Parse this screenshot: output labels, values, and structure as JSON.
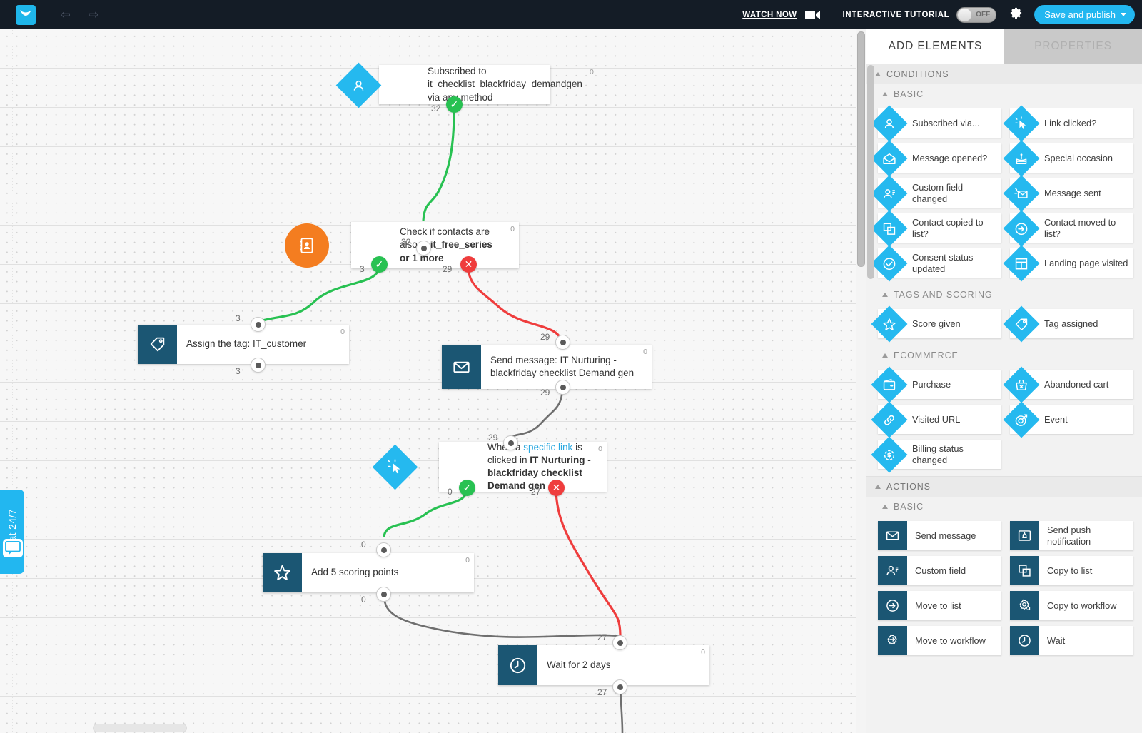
{
  "topbar": {
    "logo_icon": "getresponse-logo-icon",
    "back_icon": "undo-arrow-icon",
    "forward_icon": "redo-arrow-icon",
    "watch_now": "WATCH NOW",
    "video_icon": "video-camera-icon",
    "tutorial_label": "INTERACTIVE TUTORIAL",
    "toggle_state": "OFF",
    "settings_icon": "gear-icon",
    "save_publish": "Save and publish"
  },
  "chat": {
    "label": "Chat 24/7",
    "bubble_icon": "chat-bubble-icon"
  },
  "panel": {
    "tabs": [
      {
        "label": "ADD ELEMENTS",
        "active": true
      },
      {
        "label": "PROPERTIES",
        "active": false
      }
    ],
    "sections": [
      {
        "title": "CONDITIONS",
        "subsections": [
          {
            "title": "BASIC",
            "style": "diamond",
            "tiles": [
              {
                "label": "Subscribed via...",
                "icon": "person-icon"
              },
              {
                "label": "Link clicked?",
                "icon": "cursor-click-icon"
              },
              {
                "label": "Message opened?",
                "icon": "open-envelope-icon"
              },
              {
                "label": "Special occasion",
                "icon": "cake-icon"
              },
              {
                "label": "Custom field changed",
                "icon": "person-field-icon"
              },
              {
                "label": "Message sent",
                "icon": "envelope-sent-icon"
              },
              {
                "label": "Contact copied to list?",
                "icon": "copy-icon"
              },
              {
                "label": "Contact moved to list?",
                "icon": "arrow-right-circle-icon"
              },
              {
                "label": "Consent status updated",
                "icon": "check-circle-icon"
              },
              {
                "label": "Landing page visited",
                "icon": "layout-page-icon"
              }
            ]
          },
          {
            "title": "TAGS AND SCORING",
            "style": "diamond",
            "tiles": [
              {
                "label": "Score given",
                "icon": "star-icon"
              },
              {
                "label": "Tag assigned",
                "icon": "tag-icon"
              }
            ]
          },
          {
            "title": "ECOMMERCE",
            "style": "diamond",
            "tiles": [
              {
                "label": "Purchase",
                "icon": "wallet-icon"
              },
              {
                "label": "Abandoned cart",
                "icon": "basket-x-icon"
              },
              {
                "label": "Visited URL",
                "icon": "link-icon"
              },
              {
                "label": "Event",
                "icon": "target-icon"
              },
              {
                "label": "Billing status changed",
                "icon": "dollar-circle-icon"
              }
            ]
          }
        ]
      },
      {
        "title": "ACTIONS",
        "subsections": [
          {
            "title": "BASIC",
            "style": "square",
            "tiles": [
              {
                "label": "Send message",
                "icon": "envelope-icon"
              },
              {
                "label": "Send push notification",
                "icon": "push-bell-icon"
              },
              {
                "label": "Custom field",
                "icon": "person-field-icon"
              },
              {
                "label": "Copy to list",
                "icon": "copy-icon"
              },
              {
                "label": "Move to list",
                "icon": "arrow-right-circle-icon"
              },
              {
                "label": "Copy to workflow",
                "icon": "gear-copy-icon"
              },
              {
                "label": "Move to workflow",
                "icon": "gear-arrow-icon"
              },
              {
                "label": "Wait",
                "icon": "clock-icon"
              }
            ]
          }
        ]
      }
    ]
  },
  "workflow": {
    "nodes": [
      {
        "id": "n1",
        "text_plain": "Subscribed to it_checklist_blackfriday_demandgen via any method",
        "corner_count": "0",
        "icon": "person-icon",
        "shape": "diamond-blue"
      },
      {
        "id": "n2",
        "text_prefix": "Check if contacts are also in ",
        "text_bold": "it_free_series or 1 more",
        "corner_count": "0",
        "icon": "contact-book-icon",
        "shape": "circle-orange"
      },
      {
        "id": "n3",
        "text_plain": "Assign the tag: IT_customer",
        "corner_count": "0",
        "icon": "tag-icon",
        "shape": "square-dark"
      },
      {
        "id": "n4",
        "text_plain": "Send message: IT Nurturing - blackfriday checklist Demand gen",
        "corner_count": "0",
        "icon": "envelope-icon",
        "shape": "square-dark"
      },
      {
        "id": "n5",
        "text_prefix": "When a ",
        "text_link": "specific link",
        "text_mid": " is clicked in ",
        "text_bold": "IT Nurturing - blackfriday checklist Demand gen",
        "corner_count": "0",
        "icon": "cursor-click-icon",
        "shape": "diamond-blue"
      },
      {
        "id": "n6",
        "text_plain": "Add 5 scoring points",
        "corner_count": "0",
        "icon": "star-icon",
        "shape": "square-dark"
      },
      {
        "id": "n7",
        "text_plain": "Wait for 2 days",
        "corner_count": "0",
        "icon": "clock-icon",
        "shape": "square-dark"
      }
    ],
    "port_labels": {
      "n1_out": "32",
      "n2_in": "32",
      "n2_yes": "3",
      "n2_no": "29",
      "n3_in": "3",
      "n3_out": "3",
      "n4_in": "29",
      "n4_out": "29",
      "n5_in": "29",
      "n5_yes": "0",
      "n5_no": "27",
      "n6_in": "0",
      "n6_out": "0",
      "n7_in": "27",
      "n7_out": "27"
    },
    "colors": {
      "yes_green": "#28c152",
      "no_red": "#ef3d3d",
      "neutral_gray": "#6f6f6f",
      "accent_blue": "#25b9ef",
      "orange": "#f47d20",
      "dark_teal": "#1b5673"
    }
  }
}
